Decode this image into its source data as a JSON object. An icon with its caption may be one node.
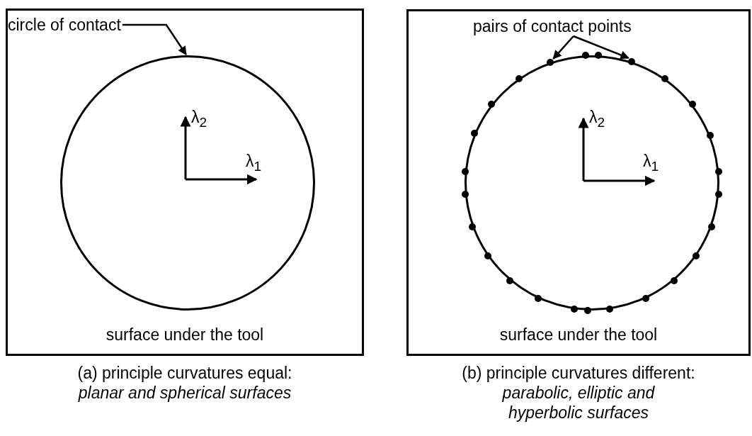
{
  "diagram": {
    "nodes": [
      {
        "text": [
          "surface under the tool"
        ],
        "beside": [
          "(a) principle curvatures equal:",
          "planar and spherical surfaces"
        ]
      },
      {
        "text": [
          "circle of contact"
        ],
        "in": 0
      },
      {
        "text": [],
        "shape": "circle",
        "in": 0
      },
      {
        "text": [
          "surface under the tool"
        ],
        "beside": [
          "(b) principle curvatures different:",
          "parabolic, elliptic and hyperbolic surfaces"
        ]
      },
      {
        "text": [
          "pairs of contact points"
        ],
        "in": 3
      },
      {
        "text": [],
        "shape": "circle",
        "in": 3
      },
      {
        "text": [],
        "shape": "circle",
        "in": 5
      },
      {
        "text": [],
        "shape": "circle",
        "in": 5
      }
    ],
    "edges": [
      {
        "from": 1,
        "to": 2,
        "arrow": "to"
      },
      {
        "from": 4,
        "to": 6,
        "arrow": "to"
      },
      {
        "from": 4,
        "to": 7,
        "arrow": "to"
      }
    ],
    "labels": [
      "λ$_{2}$",
      "λ$_{1}$",
      "λ$_{2}$",
      "λ$_{1}$"
    ]
  }
}
